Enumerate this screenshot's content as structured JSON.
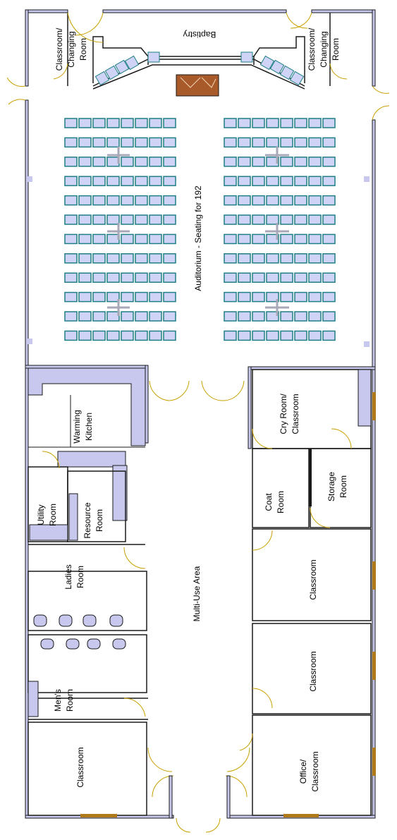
{
  "rooms": {
    "baptistry": "Baptistry",
    "classroom_changing_left": [
      "Classroom/",
      "Changing",
      "Room"
    ],
    "classroom_changing_right": [
      "Classroom/",
      "Changing",
      "Room"
    ],
    "auditorium": "Auditorium - Seating for 192",
    "warming_kitchen": [
      "Warming",
      "Kitchen"
    ],
    "cry_room": [
      "Cry Room/",
      "Classroom"
    ],
    "coat_room": [
      "Coat",
      "Room"
    ],
    "storage_room": [
      "Storage",
      "Room"
    ],
    "utility_room": [
      "Utility",
      "Room"
    ],
    "resource_room": [
      "Resource",
      "Room"
    ],
    "ladies_room": [
      "Ladies",
      "Room"
    ],
    "multi_use": "Multi-Use Area",
    "classroom_right_upper": "Classroom",
    "classroom_right_lower": "Classroom",
    "mens_room": [
      "Men's",
      "Room"
    ],
    "classroom_bottom_left": "Classroom",
    "office_classroom": [
      "Office/",
      "Classroom"
    ]
  },
  "seating": {
    "rows": 12,
    "seats_per_block_row": 8,
    "blocks": 2
  },
  "colors": {
    "wall": "#1a1a1a",
    "wall_fill": "#c8c8ee",
    "seat": "#cfd3f5",
    "seat_edge": "#1f7f86",
    "door": "#c8a000",
    "baptistry_fill": "#a85a2a",
    "window": "#b07a1a"
  }
}
